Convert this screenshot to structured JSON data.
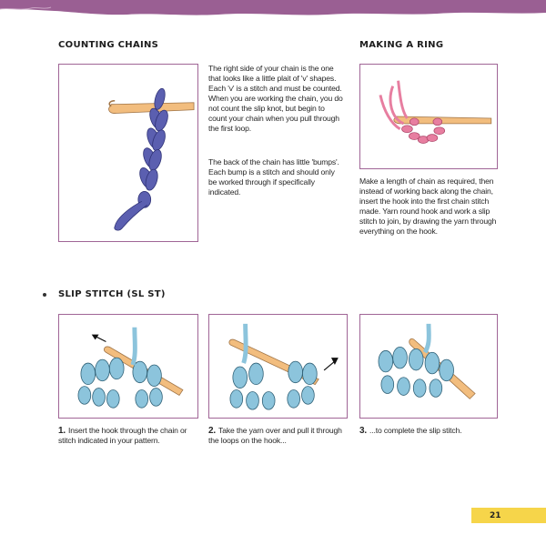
{
  "colors": {
    "accent_purple": "#9a5f93",
    "frame_border": "#a06596",
    "page_tab": "#f6d54a",
    "hook": "#f2bd7e",
    "yarn_blue": "#5b5fb0",
    "yarn_pink": "#e77ea0",
    "yarn_light_blue": "#8cc4dc"
  },
  "sections": {
    "counting_chains": {
      "heading": "COUNTING CHAINS",
      "paragraph1": "The right side of your chain is the one that looks like a little plait of 'v' shapes. Each 'v' is a stitch and must be counted. When you are working the chain, you do not count the slip knot, but begin to count your chain when you pull through the first loop.",
      "paragraph2": "The back of the chain has little 'bumps'. Each bump is a stitch and should only be worked through if specifically indicated."
    },
    "making_a_ring": {
      "heading": "MAKING A RING",
      "paragraph": "Make a length of chain as required, then instead of working back along the chain, insert the hook into the first chain stitch made. Yarn round hook and work a slip stitch to join, by drawing the yarn through everything on the hook."
    },
    "slip_stitch": {
      "heading": "SLIP STITCH (SL ST)",
      "steps": [
        {
          "num": "1.",
          "text": "Insert the hook through the chain or stitch indicated in your pattern."
        },
        {
          "num": "2.",
          "text": "Take the yarn over and pull it through the loops on the hook..."
        },
        {
          "num": "3.",
          "text": "...to complete the slip stitch."
        }
      ]
    }
  },
  "page_number": "21"
}
